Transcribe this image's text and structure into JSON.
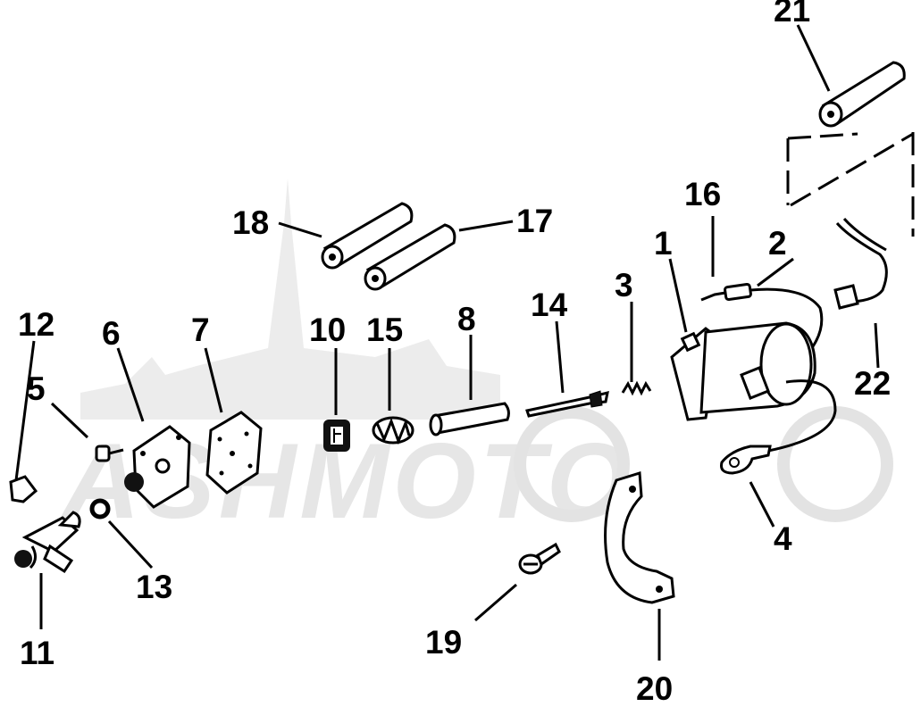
{
  "diagram": {
    "watermark": "ASHMOTO",
    "callouts": {
      "n1": "1",
      "n2": "2",
      "n3": "3",
      "n4": "4",
      "n5": "5",
      "n6": "6",
      "n7": "7",
      "n8": "8",
      "n10": "10",
      "n11": "11",
      "n12": "12",
      "n13": "13",
      "n14": "14",
      "n15": "15",
      "n16": "16",
      "n17": "17",
      "n18": "18",
      "n19": "19",
      "n20": "20",
      "n21": "21",
      "n22": "22"
    }
  }
}
